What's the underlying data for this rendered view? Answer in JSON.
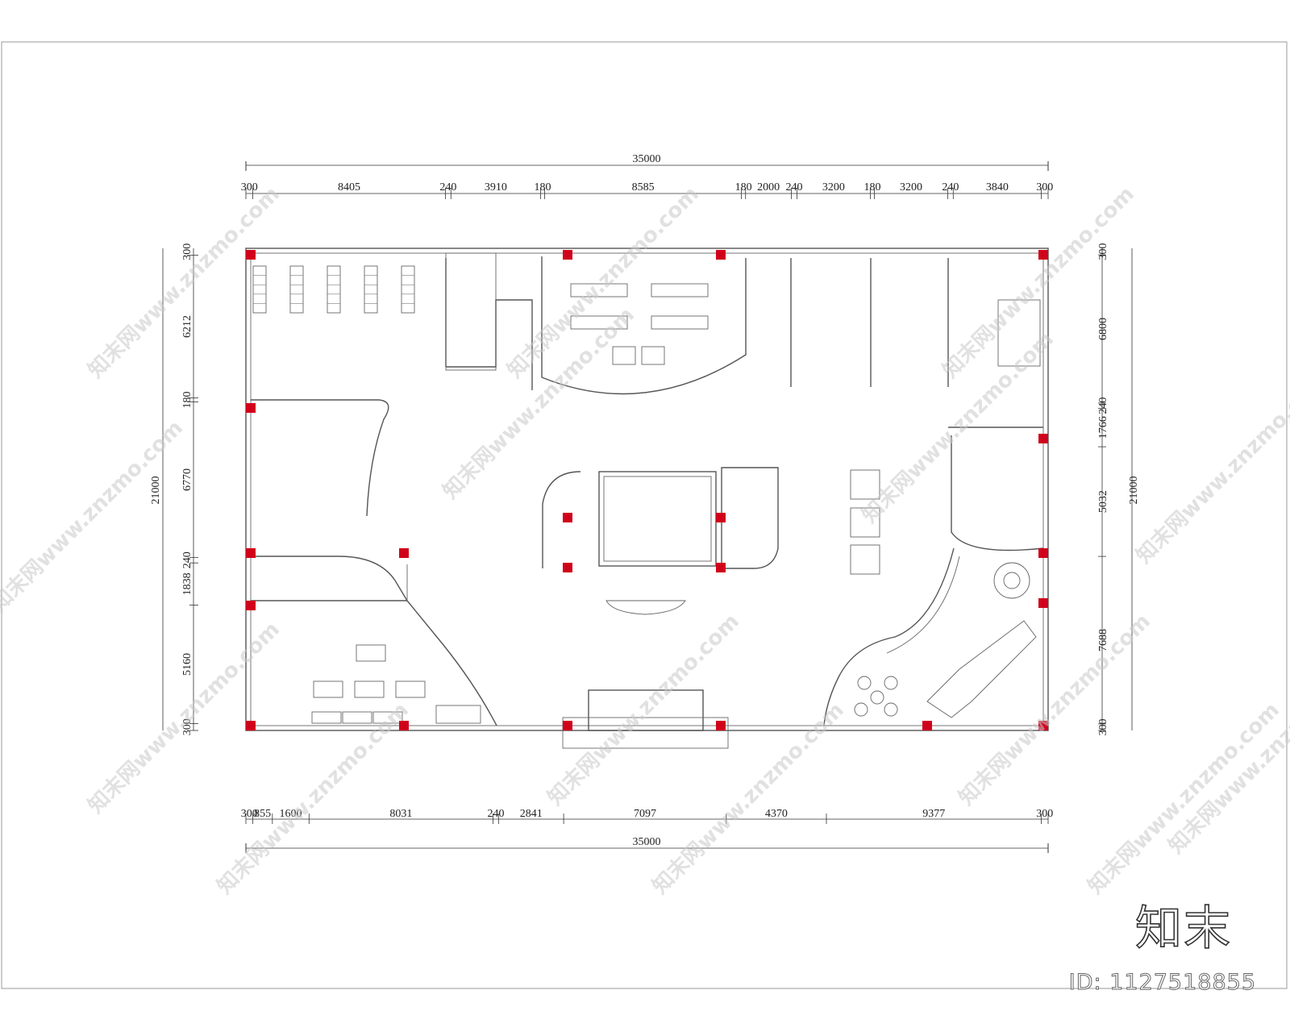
{
  "drawing": {
    "top_total": "35000",
    "bottom_total": "35000",
    "left_total": "21000",
    "right_total": "21000",
    "top_segments": [
      "300",
      "8405",
      "240",
      "3910",
      "180",
      "8585",
      "180",
      "2000",
      "240",
      "3200",
      "180",
      "3200",
      "240",
      "3840",
      "300"
    ],
    "bottom_segments": [
      "300",
      "855",
      "1600",
      "8031",
      "240",
      "2841",
      "7097",
      "4370",
      "9377",
      "300"
    ],
    "left_segments": [
      "300",
      "6212",
      "180",
      "6770",
      "240",
      "1838",
      "5160",
      "300"
    ],
    "right_segments": [
      "300",
      "6800",
      "240",
      "1766",
      "5032",
      "7688",
      "300"
    ]
  },
  "watermark": {
    "text": "知末网www.znzmo.com"
  },
  "branding": {
    "logo_text": "知末",
    "id_text": "ID: 1127518855"
  },
  "colors": {
    "column": "#d0021b",
    "wall": "#555555",
    "background": "#ffffff"
  }
}
